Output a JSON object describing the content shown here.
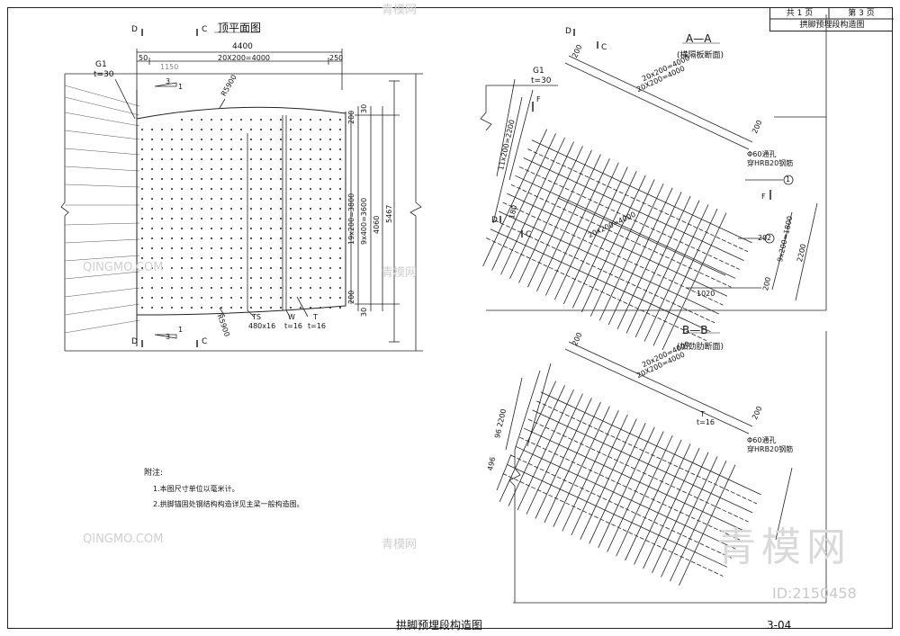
{
  "title_block": {
    "total_pages": "共 1 页",
    "page": "第 3 页",
    "name": "拱脚预埋段构造图"
  },
  "plan": {
    "title": "顶平面图",
    "cut_D": "D",
    "cut_C": "C",
    "dim_top_total": "4400",
    "dim_top_left": "50",
    "dim_top_mid": "20X200=4000",
    "dim_top_right": "250",
    "dim_1150": "1150",
    "g1_label": "G1",
    "g1_thk": "t=30",
    "slope_3": "3",
    "slope_1": "1",
    "r_top": "R5900",
    "r_bottom": "R5900",
    "dim_200_top": "200",
    "dim_30_top": "30",
    "dim_19x200": "19x200=3800",
    "dim_9x400": "9x400=3600",
    "dim_4060": "4060",
    "dim_5467": "5467",
    "dim_200_bot": "200",
    "dim_30_bot": "30",
    "ts_label": "TS",
    "ts_size": "480x16",
    "w_label": "W",
    "w_thk": "t=16",
    "t_label": "T",
    "t_thk": "t=16"
  },
  "section_aa": {
    "title": "A—A",
    "subtitle": "(横隔板断面)",
    "dim_200a": "200",
    "dim_200b": "200",
    "dim_20x200_a": "20x200=4000",
    "dim_20x200_b": "20X200=4000",
    "g1_label": "G1",
    "g1_thk": "t=30",
    "dim_11x200": "11x200=2200",
    "marker_f": "F",
    "marker_1": "1",
    "hole": "Φ60通孔",
    "hole_note": "穿HRB20钢筋",
    "circle_1": "1",
    "circle_2": "2",
    "dim_20": "20",
    "dim_20x200_bot": "20x200=4000",
    "dim_9x200": "9x200=1800",
    "dim_2200": "2200",
    "dim_1020": "1020",
    "dim_200_right": "200",
    "cut_D": "D",
    "cut_C": "C",
    "dim_180": "180"
  },
  "section_bb": {
    "title": "B—B",
    "subtitle": "(加劲肋断面)",
    "dim_200a": "200",
    "dim_200b": "200",
    "dim_20x200_a": "20x200=4000",
    "dim_20x200_b": "20X200=4000",
    "dim_left_upper": "96 2200",
    "dim_left_lower": "496",
    "t_label": "T",
    "t_thk": "t=16",
    "hole": "Φ60通孔",
    "hole_note": "穿HRB20钢筋"
  },
  "notes": {
    "heading": "附注:",
    "items": [
      "1.本图尺寸单位以毫米计。",
      "2.拱脚锚固处钢结构构造详见主梁一般构造图。"
    ]
  },
  "footer": {
    "title": "拱脚预埋段构造图",
    "drawing_no": "3-04"
  },
  "watermarks": {
    "brand_cn": "青模网",
    "brand_en": "QINGMO.COM",
    "id": "ID:2150458"
  }
}
